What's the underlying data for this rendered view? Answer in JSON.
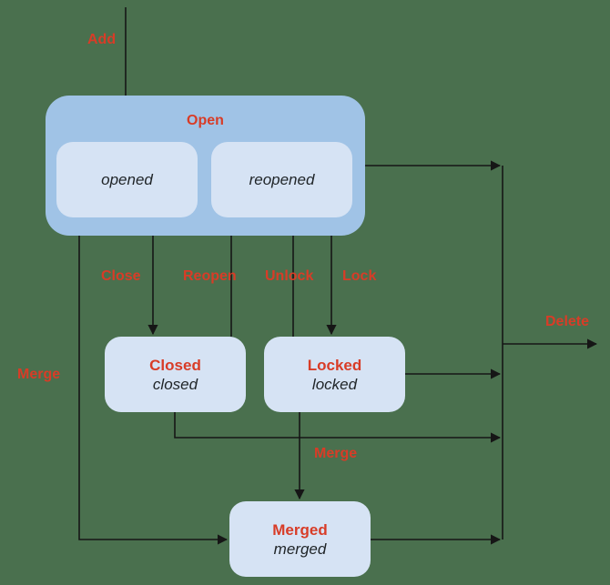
{
  "canvas": {
    "background_color": "#4a704e"
  },
  "colors": {
    "composite_fill": "#a0c3e6",
    "state_fill": "#d6e3f4",
    "accent_red": "#d83c27",
    "state_text": "#1f2427",
    "line": "#161616"
  },
  "labels": {
    "add": "Add",
    "open": "Open",
    "close": "Close",
    "reopen": "Reopen",
    "unlock": "Unlock",
    "lock": "Lock",
    "merge_left": "Merge",
    "merge_center": "Merge",
    "delete": "Delete"
  },
  "states": {
    "opened": "opened",
    "reopened": "reopened",
    "closed_title": "Closed",
    "closed_code": "closed",
    "locked_title": "Locked",
    "locked_code": "locked",
    "merged_title": "Merged",
    "merged_code": "merged"
  }
}
